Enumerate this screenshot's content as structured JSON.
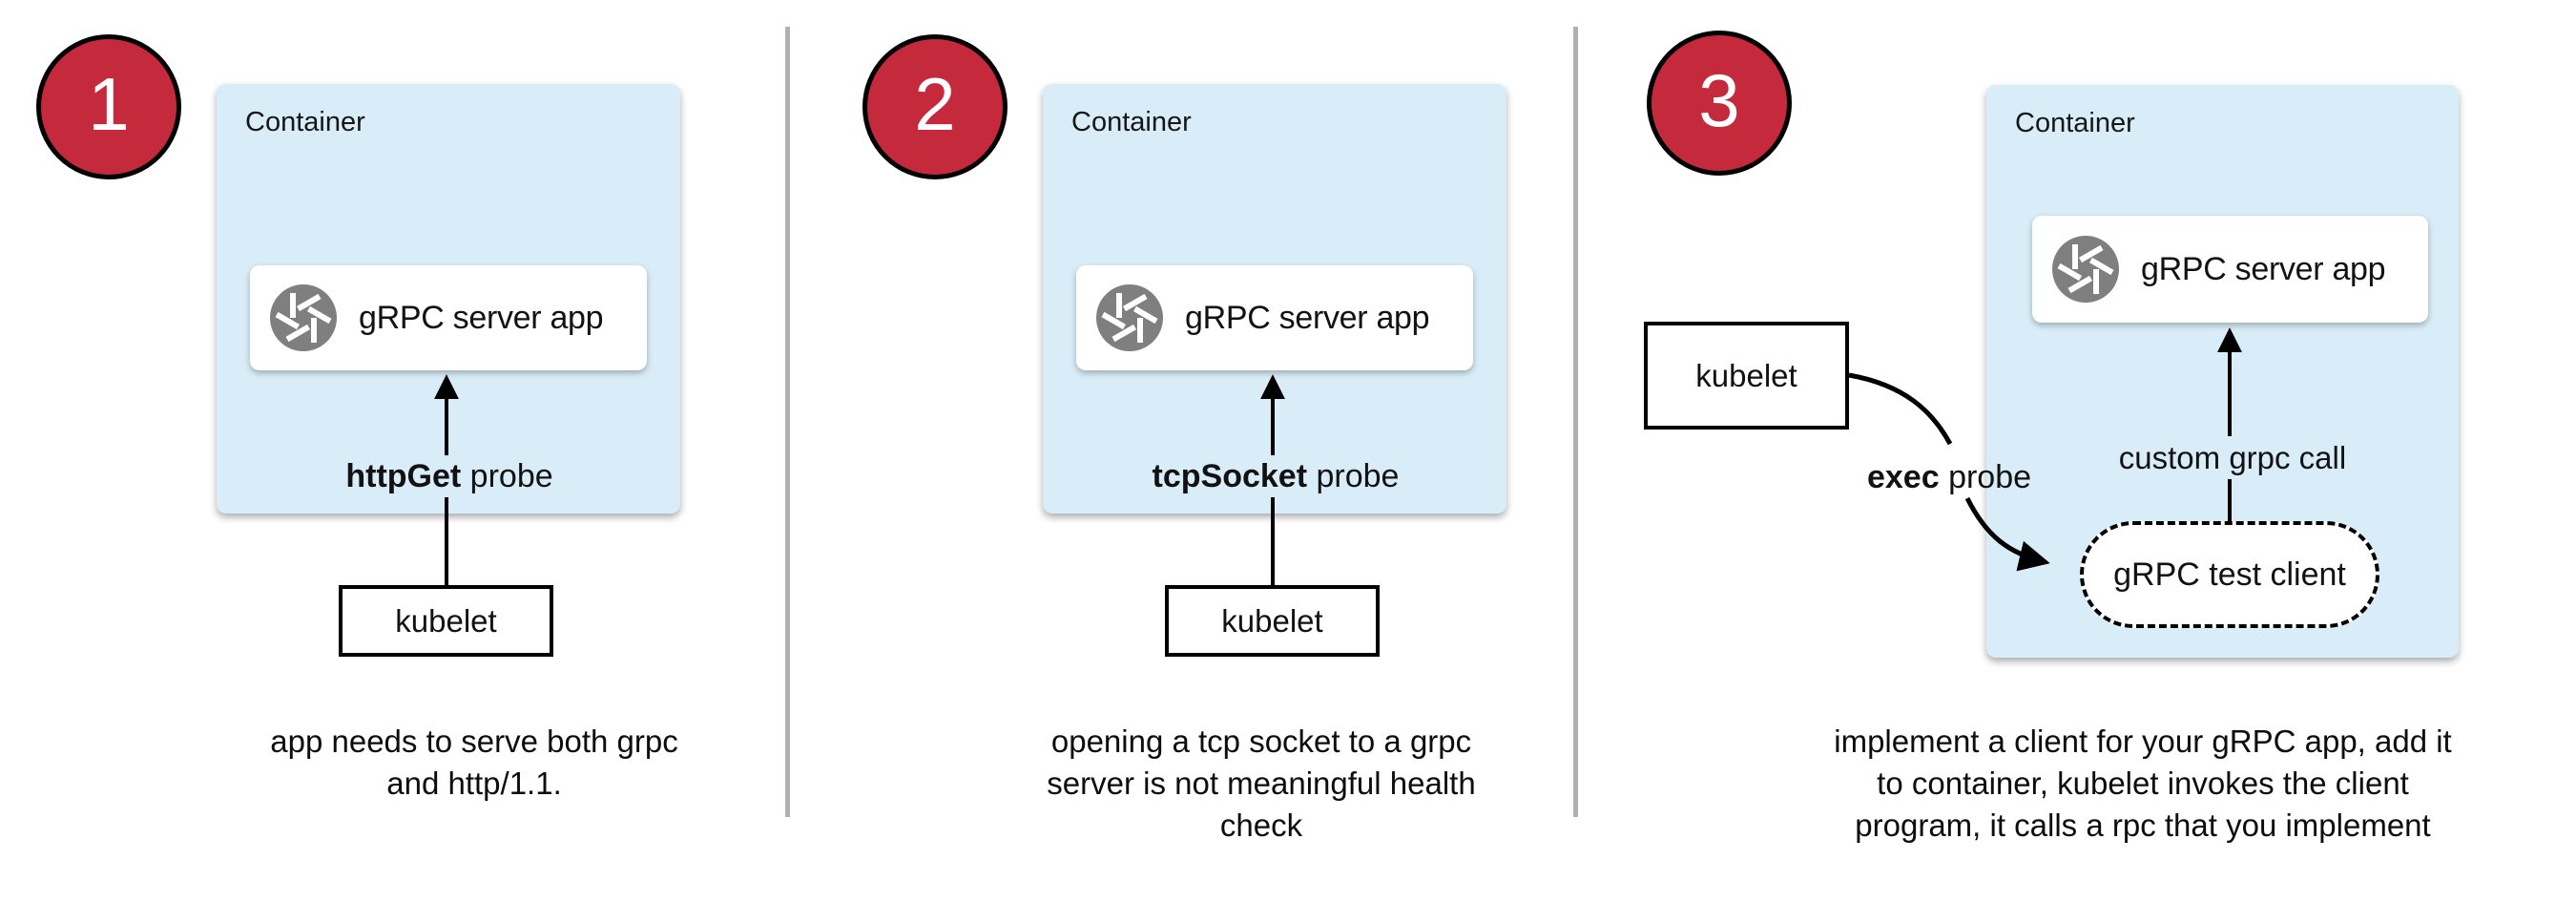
{
  "colors": {
    "accent_red": "#c4293c",
    "container_blue": "#d9edf8",
    "icon_gray": "#7f7f7f",
    "divider_gray": "#b0b0b0",
    "arrow_black": "#000000"
  },
  "panels": [
    {
      "number": "1",
      "container_label": "Container",
      "app_box": {
        "icon": "aperture-icon",
        "label": "gRPC server app"
      },
      "probe": {
        "bold": "httpGet",
        "rest": " probe"
      },
      "kubelet_label": "kubelet",
      "caption_lines": [
        "app needs to serve both grpc",
        "and http/1.1."
      ]
    },
    {
      "number": "2",
      "container_label": "Container",
      "app_box": {
        "icon": "aperture-icon",
        "label": "gRPC server app"
      },
      "probe": {
        "bold": "tcpSocket",
        "rest": " probe"
      },
      "kubelet_label": "kubelet",
      "caption_lines": [
        "opening a tcp socket to a grpc",
        "server is not meaningful health",
        "check"
      ]
    },
    {
      "number": "3",
      "container_label": "Container",
      "app_box": {
        "icon": "aperture-icon",
        "label": "gRPC server app"
      },
      "probe": {
        "bold": "exec",
        "rest": " probe"
      },
      "kubelet_label": "kubelet",
      "custom_call_label": "custom grpc call",
      "test_client_label": "gRPC test client",
      "caption_lines": [
        "implement a client for your gRPC app, add it",
        "to container, kubelet invokes the client",
        "program, it calls a rpc that you implement"
      ]
    }
  ]
}
